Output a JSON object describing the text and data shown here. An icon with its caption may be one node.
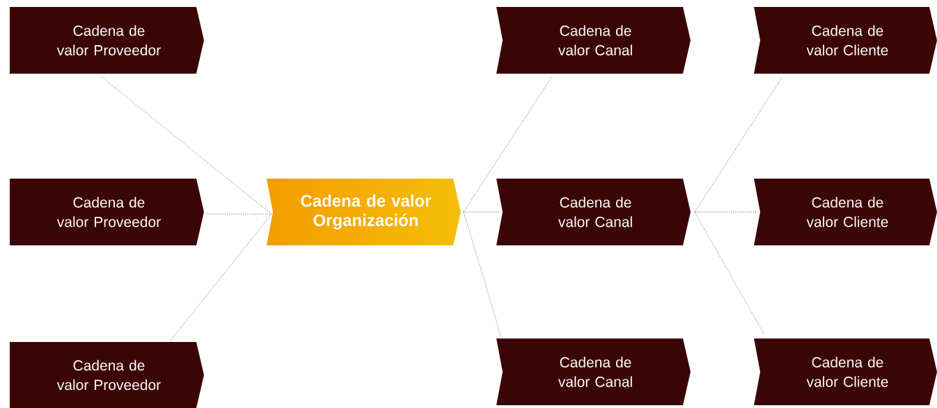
{
  "diagram": {
    "nodes": [
      {
        "text": [
          "Cadena de valor Proveedor"
        ]
      },
      {
        "text": [
          "Cadena de valor Canal"
        ]
      },
      {
        "text": [
          "Cadena de valor Cliente"
        ]
      },
      {
        "text": [
          "Cadena de valor Proveedor"
        ]
      },
      {
        "text": [
          "Cadena de valor Organización"
        ]
      },
      {
        "text": [
          "Cadena de valor Canal"
        ]
      },
      {
        "text": [
          "Cadena de valor Cliente"
        ]
      },
      {
        "text": [
          "Cadena de valor Proveedor"
        ]
      },
      {
        "text": [
          "Cadena de valor Canal"
        ]
      },
      {
        "text": [
          "Cadena de valor Cliente"
        ]
      }
    ],
    "edges": [
      {
        "from": 0,
        "to": 4,
        "arrow": "none"
      },
      {
        "from": 3,
        "to": 4,
        "arrow": "none"
      },
      {
        "from": 7,
        "to": 4,
        "arrow": "none"
      },
      {
        "from": 4,
        "to": 1,
        "arrow": "none"
      },
      {
        "from": 4,
        "to": 5,
        "arrow": "none"
      },
      {
        "from": 4,
        "to": 8,
        "arrow": "none"
      },
      {
        "from": 5,
        "to": 2,
        "arrow": "none"
      },
      {
        "from": 5,
        "to": 6,
        "arrow": "none"
      },
      {
        "from": 5,
        "to": 9,
        "arrow": "none"
      }
    ]
  }
}
